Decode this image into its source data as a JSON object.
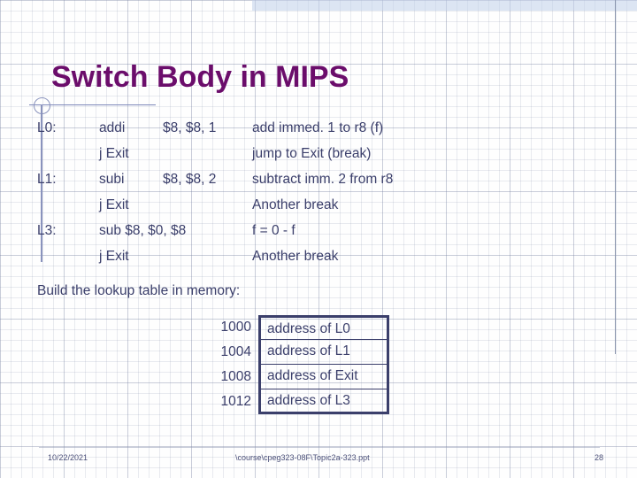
{
  "slide": {
    "title": "Switch Body in MIPS",
    "title_color": "#6b0d6b",
    "body_color": "#3b3f6b"
  },
  "code_lines": [
    {
      "label": "L0:",
      "instr": "addi",
      "args": "$8, $8, 1",
      "comment": "add  immed.  1  to  r8    (f)"
    },
    {
      "label": "",
      "instr": "j Exit",
      "args": "",
      "comment": "jump to Exit  (break)"
    },
    {
      "label": "L1:",
      "instr": "subi",
      "args": "$8, $8, 2",
      "comment": "subtract imm.   2 from   r8"
    },
    {
      "label": "",
      "instr": "j Exit",
      "args": "",
      "comment": "Another break"
    },
    {
      "label": "L3:",
      "instr": "sub $8,  $0,  $8",
      "args": "",
      "comment": "f  =  0 -  f"
    },
    {
      "label": "",
      "instr": "j Exit",
      "args": "",
      "comment": "Another break"
    }
  ],
  "lookup": {
    "prose": "Build the lookup table in memory:",
    "rows": [
      {
        "address": "1000",
        "value": "address of L0"
      },
      {
        "address": "1004",
        "value": "address of L1"
      },
      {
        "address": "1008",
        "value": "address of Exit"
      },
      {
        "address": "1012",
        "value": "address of L3"
      }
    ]
  },
  "footer": {
    "date": "10/22/2021",
    "path": "\\course\\cpeg323-08F\\Topic2a-323.ppt",
    "page": "28"
  }
}
